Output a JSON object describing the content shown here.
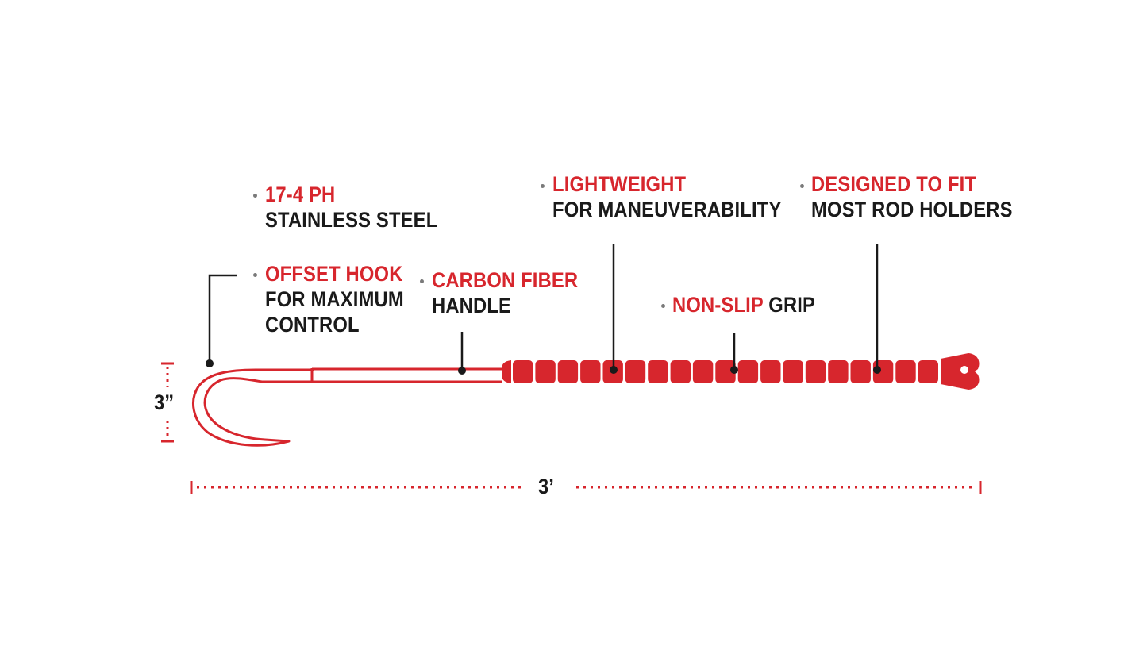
{
  "callouts": {
    "steel": {
      "highlight": "17-4 PH",
      "detail": "STAINLESS STEEL"
    },
    "hook": {
      "highlight": "OFFSET HOOK",
      "detail_line1": "FOR MAXIMUM",
      "detail_line2": "CONTROL"
    },
    "carbon": {
      "highlight": "CARBON FIBER",
      "detail": "HANDLE"
    },
    "lightweight": {
      "highlight": "LIGHTWEIGHT",
      "detail": "FOR MANEUVERABILITY"
    },
    "grip": {
      "highlight": "NON-SLIP",
      "detail": " GRIP"
    },
    "fit": {
      "highlight": "DESIGNED TO FIT",
      "detail": "MOST ROD HOLDERS"
    }
  },
  "dimensions": {
    "hook_height": "3”",
    "total_length": "3’"
  },
  "colors": {
    "accent": "#d7262d",
    "text": "#1a1a1a",
    "bullet": "#7a7a7a"
  },
  "icons": [
    "gaff-hook-illustration"
  ]
}
